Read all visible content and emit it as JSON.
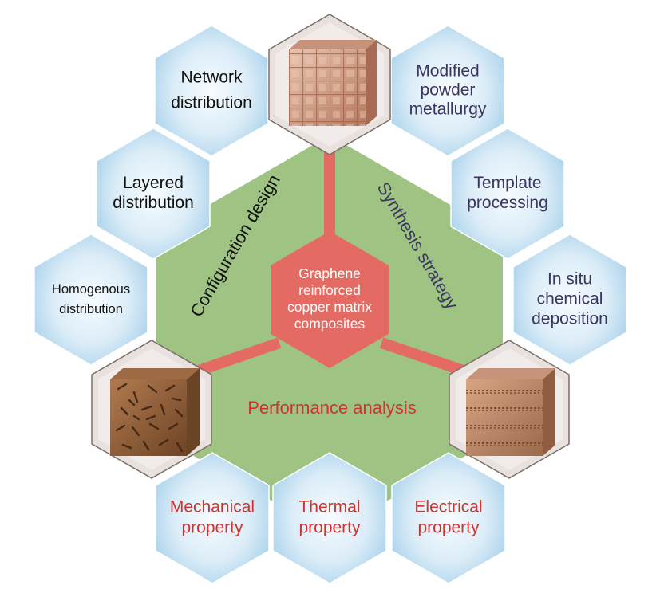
{
  "center": {
    "lines": [
      "Graphene",
      "reinforced",
      "copper matrix",
      "composites"
    ]
  },
  "sections": {
    "configuration": "Configuration design",
    "synthesis": "Synthesis strategy",
    "performance": "Performance analysis"
  },
  "hexes": {
    "network": {
      "lines": [
        "Network",
        "distribution"
      ]
    },
    "layered": {
      "lines": [
        "Layered",
        "distribution"
      ]
    },
    "homogenous": {
      "lines": [
        "Homogenous",
        "distribution"
      ]
    },
    "modified": {
      "lines": [
        "Modified",
        "powder",
        "metallurgy"
      ]
    },
    "template": {
      "lines": [
        "Template",
        "processing"
      ]
    },
    "insitu": {
      "lines": [
        "In situ",
        "chemical",
        "deposition"
      ]
    },
    "mechanical": {
      "lines": [
        "Mechanical",
        "property"
      ]
    },
    "thermal": {
      "lines": [
        "Thermal",
        "property"
      ]
    },
    "electrical": {
      "lines": [
        "Electrical",
        "property"
      ]
    }
  },
  "colors": {
    "green": "#9ec382",
    "red": "#e46b64",
    "blue_hex_edge": "#a9d2ea",
    "blue_hex_core": "#eaf5fb",
    "text_purple": "#3b3560",
    "text_red": "#d0332f"
  }
}
